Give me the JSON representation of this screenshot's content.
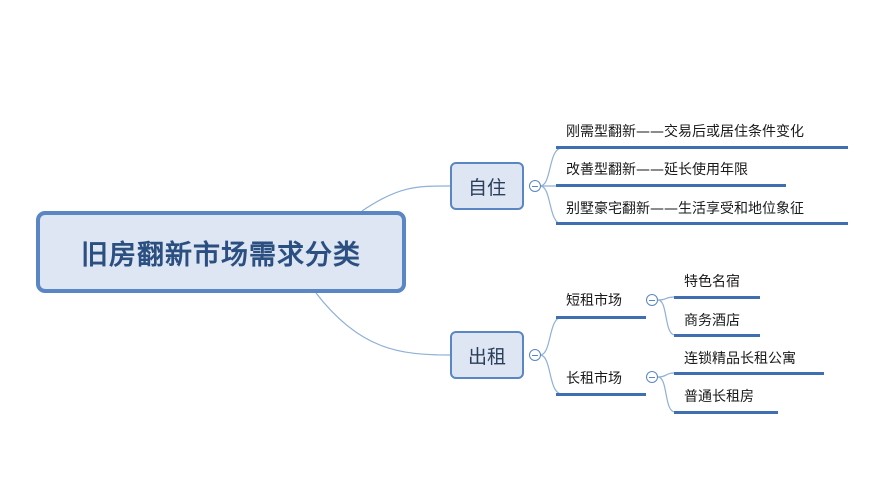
{
  "root": {
    "label": "旧房翻新市场需求分类"
  },
  "branches": [
    {
      "label": "自住",
      "children": [
        {
          "label": "刚需型翻新——交易后或居住条件变化"
        },
        {
          "label": "改善型翻新——延长使用年限"
        },
        {
          "label": "别墅豪宅翻新——生活享受和地位象征"
        }
      ]
    },
    {
      "label": "出租",
      "children": [
        {
          "label": "短租市场",
          "children": [
            {
              "label": "特色名宿"
            },
            {
              "label": "商务酒店"
            }
          ]
        },
        {
          "label": "长租市场",
          "children": [
            {
              "label": "连锁精品长租公寓"
            },
            {
              "label": "普通长租房"
            }
          ]
        }
      ]
    }
  ],
  "colors": {
    "line": "#5b86c4",
    "node_fill": "#dde6f2",
    "underline": "#3f6fb0",
    "root_text": "#2b4f80"
  },
  "icons": {
    "collapse": "collapse-minus-icon"
  }
}
